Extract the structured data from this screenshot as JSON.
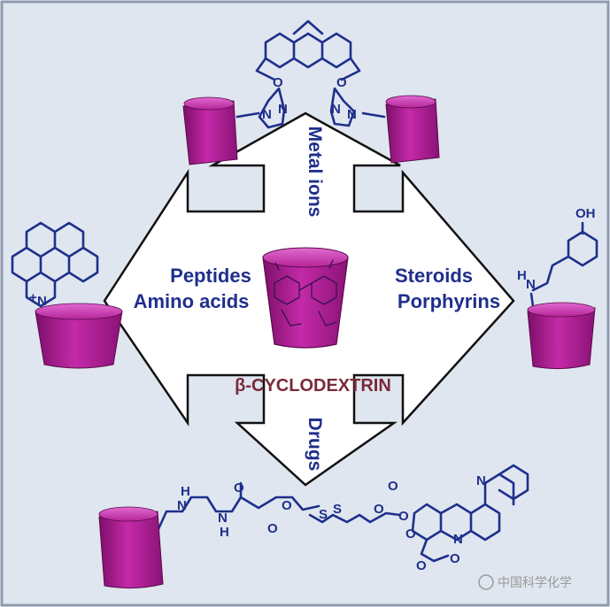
{
  "colors": {
    "background": "#dfe6ef",
    "frame": "#8d9aae",
    "arrow_fill": "#ffffff",
    "arrow_stroke": "#111111",
    "label": "#1f2f8c",
    "title": "#7a2a3a",
    "cyclodextrin": "#b31a97"
  },
  "center": {
    "title_prefix": "β-",
    "title": "CYCLODEXTRIN"
  },
  "arrows": {
    "up": "Metal ions",
    "down": "Drugs",
    "left_line1": "Peptides",
    "left_line2": "Amino acids",
    "right_line1": "Steroids",
    "right_line2": "Porphyrins"
  },
  "atoms": {
    "n": "N",
    "o": "O",
    "s": "S",
    "oh": "OH",
    "h": "H",
    "nh": "NH",
    "n_plus": "+"
  },
  "watermark": "中国科学化学"
}
